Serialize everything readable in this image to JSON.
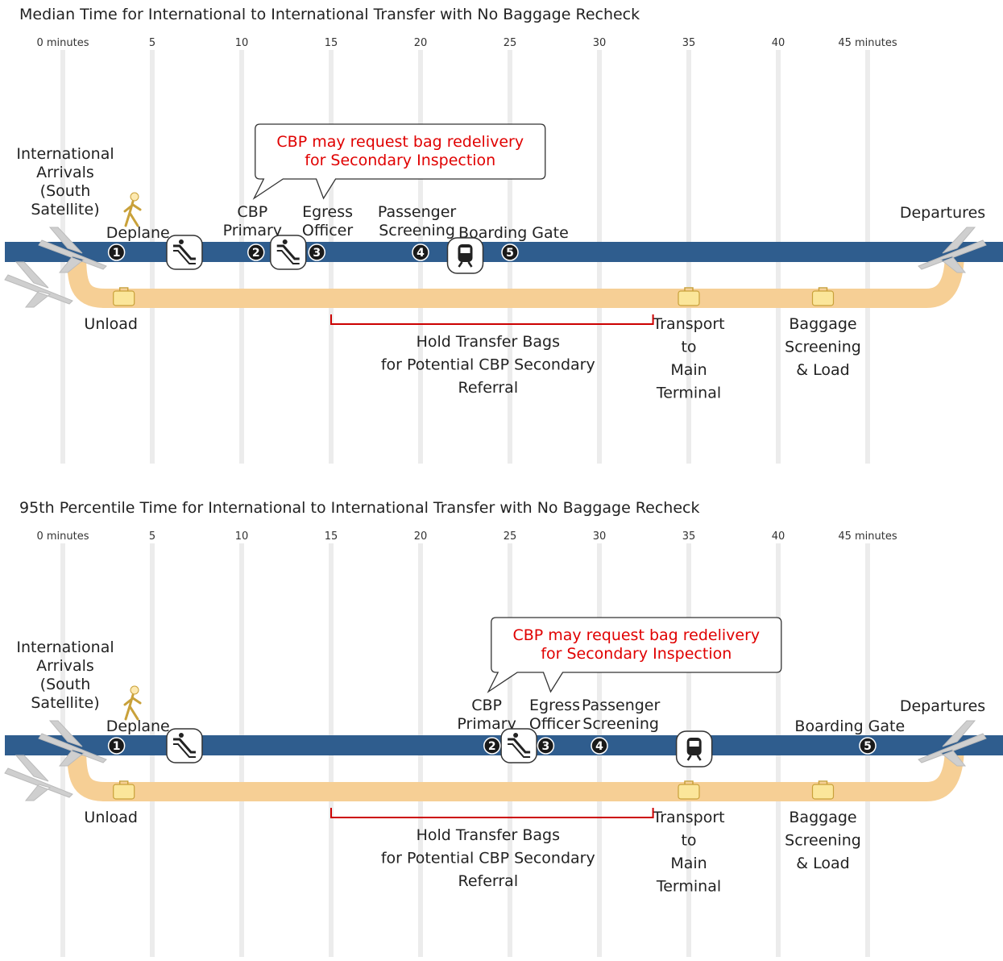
{
  "colors": {
    "passenger_track": "#2f5d8e",
    "baggage_track": "#f6cf95",
    "callout_text": "#e00000",
    "hold_bracket": "#cc0000",
    "gridline": "#ececec",
    "marker_fill": "#1a1a1a"
  },
  "axis": {
    "ticks": [
      "0 minutes",
      "5",
      "10",
      "15",
      "20",
      "25",
      "30",
      "35",
      "40",
      "45 minutes"
    ],
    "tick_values": [
      0,
      5,
      10,
      15,
      20,
      25,
      30,
      35,
      40,
      45
    ]
  },
  "panels": [
    {
      "title": "Median Time for International to International Transfer with No Baggage Recheck",
      "origin_lines": [
        "International",
        "Arrivals",
        "(South",
        "Satellite)"
      ],
      "departures_label": "Departures",
      "steps": [
        {
          "number": "1",
          "minute": 3
        },
        {
          "number": "2",
          "minute": 10.8
        },
        {
          "number": "3",
          "minute": 14.2
        },
        {
          "number": "4",
          "minute": 20
        },
        {
          "number": "5",
          "minute": 25
        }
      ],
      "step_labels": [
        {
          "lines": [
            "Deplane"
          ],
          "minute": 4.2
        },
        {
          "lines": [
            "CBP",
            "Primary"
          ],
          "minute": 10.6
        },
        {
          "lines": [
            "Egress",
            "Officer"
          ],
          "minute": 14.8
        },
        {
          "lines": [
            "Passenger",
            "Screening"
          ],
          "minute": 19.8
        },
        {
          "lines": [
            "Boarding Gate"
          ],
          "minute": 25.2
        }
      ],
      "escalators": [
        {
          "minute": 6.8
        },
        {
          "minute": 12.6
        }
      ],
      "train_minute": 22.5,
      "callout": {
        "lines": [
          "CBP may request bag redelivery",
          "for Secondary Inspection"
        ]
      },
      "bag_events": [
        {
          "lines": [
            "Unload"
          ],
          "minute": 3.5
        },
        {
          "lines": [
            "Transport",
            "to",
            "Main",
            "Terminal"
          ],
          "minute": 35
        },
        {
          "lines": [
            "Baggage",
            "Screening",
            "& Load"
          ],
          "minute": 42.5
        }
      ],
      "hold": {
        "lines": [
          "Hold Transfer Bags",
          "for Potential CBP Secondary",
          "Referral"
        ],
        "start_minute": 15,
        "end_minute": 33
      }
    },
    {
      "title": "95th Percentile Time for International to International Transfer with No Baggage Recheck",
      "origin_lines": [
        "International",
        "Arrivals",
        "(South",
        "Satellite)"
      ],
      "departures_label": "Departures",
      "steps": [
        {
          "number": "1",
          "minute": 3
        },
        {
          "number": "2",
          "minute": 24
        },
        {
          "number": "3",
          "minute": 27
        },
        {
          "number": "4",
          "minute": 30
        },
        {
          "number": "5",
          "minute": 45
        }
      ],
      "step_labels": [
        {
          "lines": [
            "Deplane"
          ],
          "minute": 4.2
        },
        {
          "lines": [
            "CBP",
            "Primary"
          ],
          "minute": 23.7
        },
        {
          "lines": [
            "Egress",
            "Officer"
          ],
          "minute": 27.5
        },
        {
          "lines": [
            "Passenger",
            "Screening"
          ],
          "minute": 31.2
        },
        {
          "lines": [
            "Boarding Gate"
          ],
          "minute": 44
        }
      ],
      "escalators": [
        {
          "minute": 6.8
        },
        {
          "minute": 25.5
        }
      ],
      "train_minute": 35.3,
      "callout": {
        "lines": [
          "CBP may request bag redelivery",
          "for Secondary Inspection"
        ]
      },
      "bag_events": [
        {
          "lines": [
            "Unload"
          ],
          "minute": 3.5
        },
        {
          "lines": [
            "Transport",
            "to",
            "Main",
            "Terminal"
          ],
          "minute": 35
        },
        {
          "lines": [
            "Baggage",
            "Screening",
            "& Load"
          ],
          "minute": 42.5
        }
      ],
      "hold": {
        "lines": [
          "Hold Transfer Bags",
          "for Potential CBP Secondary",
          "Referral"
        ],
        "start_minute": 15,
        "end_minute": 33
      }
    }
  ]
}
